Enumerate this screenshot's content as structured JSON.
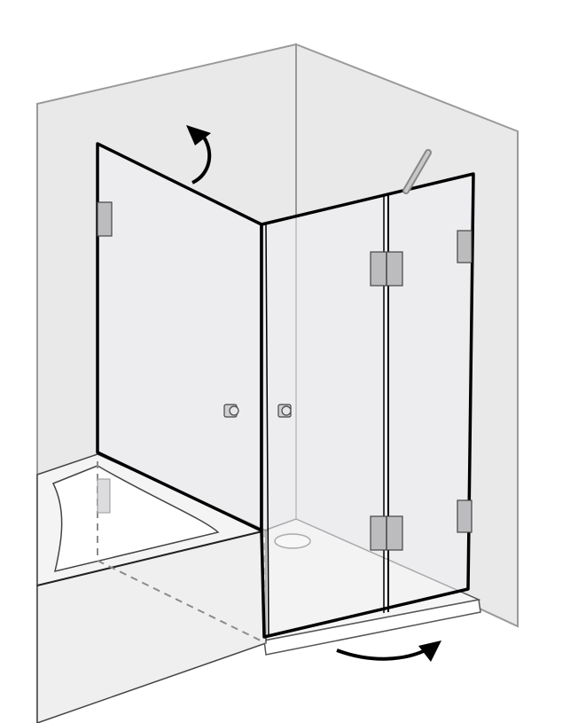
{
  "diagram": {
    "subject": "shower-enclosure-installation",
    "arrows": [
      "rotate-left-panel-arrow",
      "rotate-right-door-arrow"
    ],
    "colors": {
      "wall": "#e9e9ea",
      "wall_edge": "#9a9a9c",
      "glass_frame": "#000000",
      "tray": "#f4f4f5",
      "hardware": "#bcbcbe",
      "dashed": "#8c8c8e"
    }
  }
}
